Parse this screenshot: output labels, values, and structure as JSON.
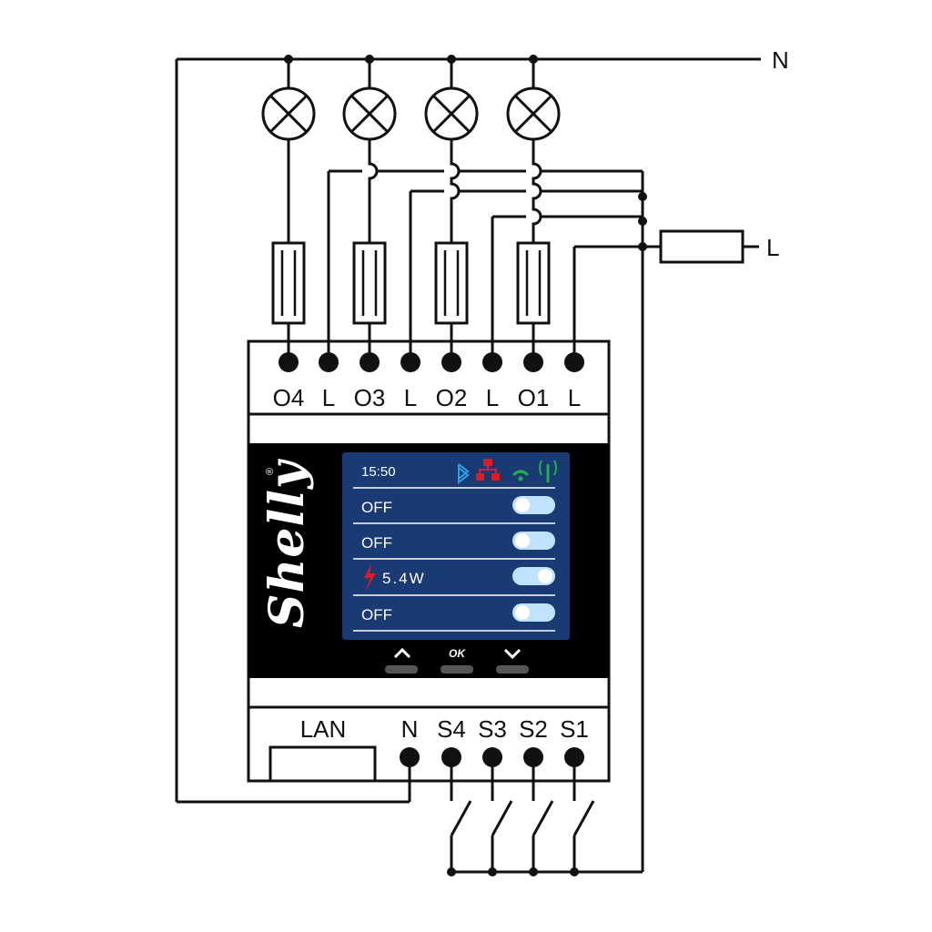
{
  "labels": {
    "neutral": "N",
    "line": "L"
  },
  "top_terminals": [
    "O4",
    "L",
    "O3",
    "L",
    "O2",
    "L",
    "O1",
    "L"
  ],
  "bottom_terminals": {
    "lan": "LAN",
    "n": "N",
    "s4": "S4",
    "s3": "S3",
    "s2": "S2",
    "s1": "S1"
  },
  "brand": {
    "name": "Shelly",
    "registered": "®"
  },
  "display": {
    "time": "15:50",
    "rows": [
      {
        "text": "OFF",
        "state": "off"
      },
      {
        "text": "OFF",
        "state": "off"
      },
      {
        "text": "5.4W",
        "state": "on",
        "icon": "lightning-bolt-icon"
      },
      {
        "text": "OFF",
        "state": "off"
      }
    ],
    "status_icons": [
      "bluetooth-icon",
      "lan-network-icon",
      "wifi-icon",
      "cellular-antenna-icon"
    ]
  },
  "buttons": {
    "up": "up-chevron-icon",
    "ok": "OK",
    "down": "down-chevron-icon"
  },
  "colors": {
    "screen_bg": "#1a3a73",
    "bluetooth": "#2f9fe6",
    "lan": "#e01b24",
    "wifi": "#22b04a",
    "bolt": "#e01b24",
    "toggle": "#bfe3ff"
  }
}
